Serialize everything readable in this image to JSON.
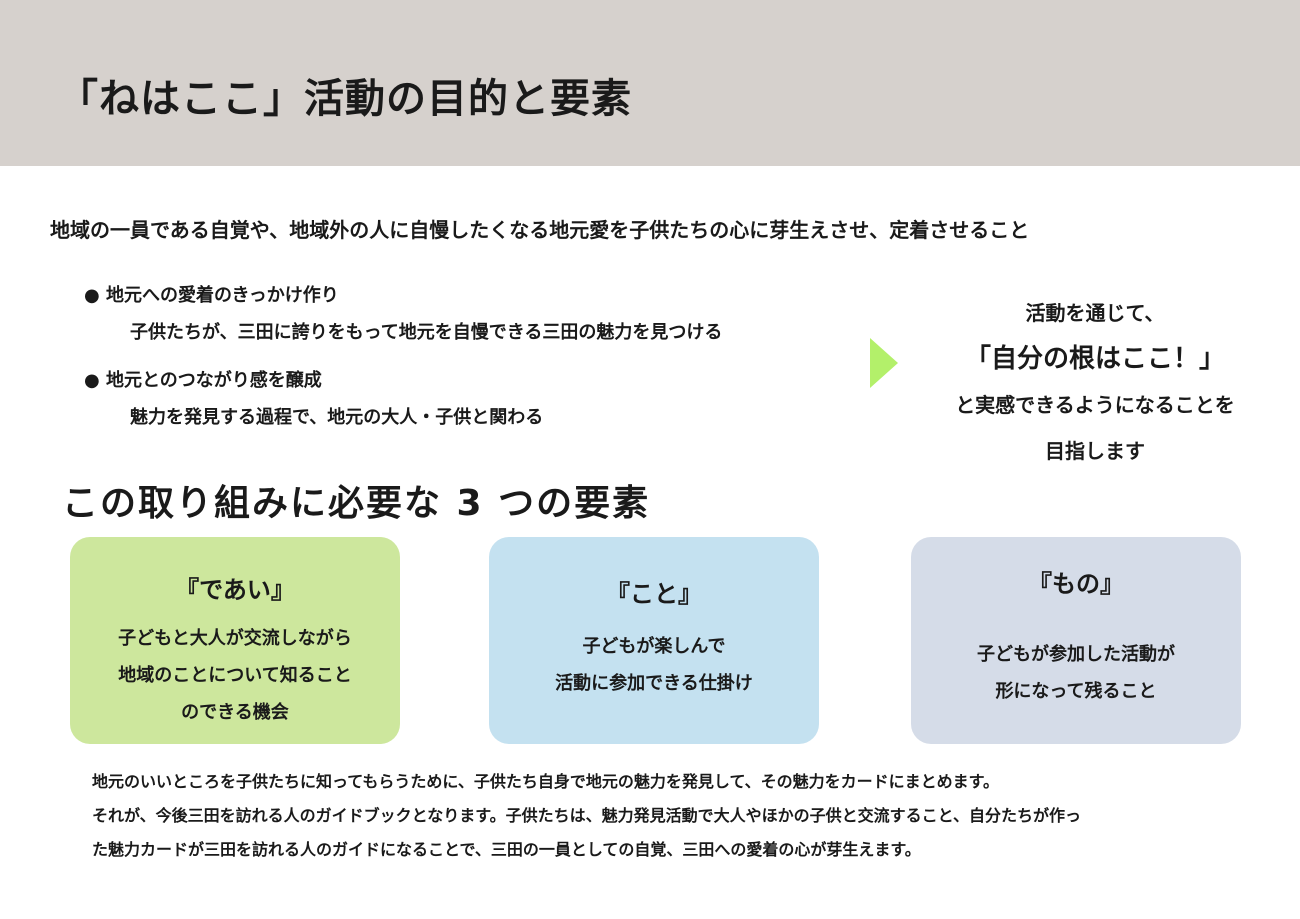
{
  "title": "「ねはここ」活動の目的と要素",
  "purpose": "地域の一員である自覚や、地域外の人に自慢したくなる地元愛を子供たちの心に芽生えさせ、定着させること",
  "bullets": [
    {
      "head": "地元への愛着のきっかけ作り",
      "detail": "子供たちが、三田に誇りをもって地元を自慢できる三田の魅力を見つける"
    },
    {
      "head": "地元とのつながり感を醸成",
      "detail": "魅力を発見する過程で、地元の大人・子供と関わる"
    }
  ],
  "goal": [
    "活動を通じて、",
    "「自分の根はここ！」",
    "と実感できるようになることを",
    "目指します"
  ],
  "section_title": "この取り組みに必要な 3 つの要素",
  "cards": [
    {
      "title": "『であい』",
      "lines": [
        "子どもと大人が交流しながら",
        "地域のことについて知ること",
        "のできる機会"
      ],
      "color": "#cde79d"
    },
    {
      "title": "『こと』",
      "lines": [
        "子どもが楽しんで",
        "活動に参加できる仕掛け"
      ],
      "color": "#c4e1f0"
    },
    {
      "title": "『もの』",
      "lines": [
        "子どもが参加した活動が",
        "形になって残ること"
      ],
      "color": "#d5dce8"
    }
  ],
  "bottom": [
    "地元のいいところを子供たちに知ってもらうために、子供たち自身で地元の魅力を発見して、その魅力をカードにまとめます。",
    "それが、今後三田を訪れる人のガイドブックとなります。子供たちは、魅力発見活動で大人やほかの子供と交流すること、自分たちが作っ",
    "た魅力カードが三田を訪れる人のガイドになることで、三田の一員としての自覚、三田への愛着の心が芽生えます。"
  ]
}
